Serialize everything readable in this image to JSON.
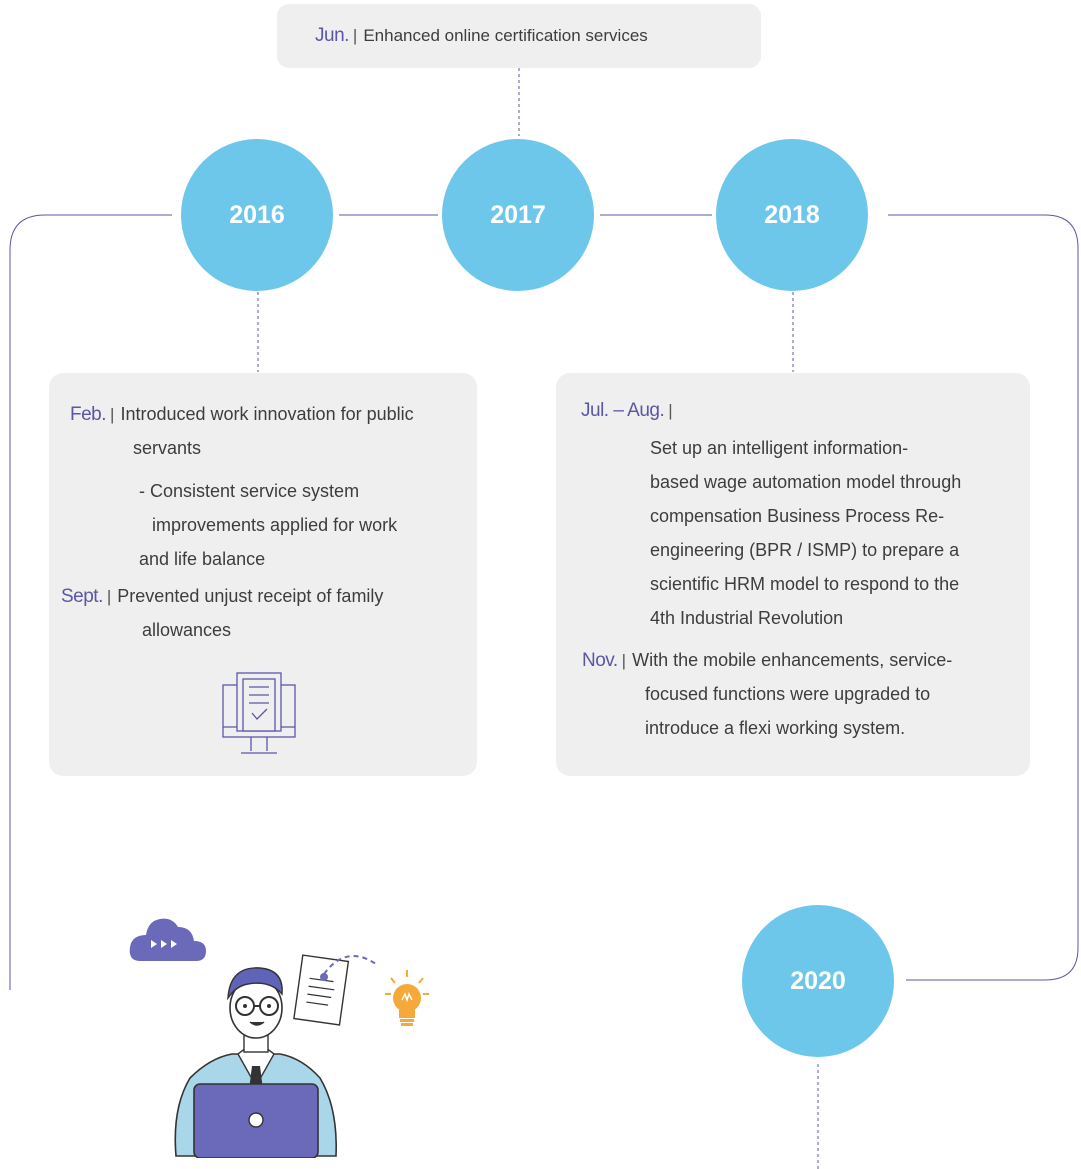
{
  "top_note": {
    "month": "Jun.",
    "text": "Enhanced online certification services"
  },
  "years": [
    "2016",
    "2017",
    "2018",
    "2020"
  ],
  "card_2016": {
    "feb_month": "Feb.",
    "feb_line1": "Introduced work innovation for public",
    "feb_line2": "servants",
    "sub_line1": "- Consistent service system",
    "sub_line2": "improvements applied for work",
    "sub_line3": "and life balance",
    "sept_month": "Sept.",
    "sept_line1": "Prevented unjust receipt of family",
    "sept_line2": "allowances",
    "icon": "computer-checklist-icon"
  },
  "card_2018": {
    "jul_month": "Jul. – Aug.",
    "jul_lines": [
      "Set up an intelligent information-",
      "based wage automation model through",
      "compensation Business Process Re-",
      "engineering (BPR / ISMP) to prepare a",
      "scientific HRM model to respond to the",
      "4th Industrial Revolution"
    ],
    "nov_month": "Nov.",
    "nov_line1": "With the mobile enhancements, service-",
    "nov_line2": "focused functions were upgraded to",
    "nov_line3": "introduce a flexi working system."
  },
  "illustration": {
    "icons": [
      "cloud-icon",
      "document-icon",
      "lightbulb-icon",
      "laptop-icon",
      "person-icon"
    ]
  },
  "colors": {
    "circle": "#6cc7ea",
    "month": "#5b56a8",
    "line": "#5b56a8",
    "card": "#efefef",
    "bulb": "#f5a93b"
  }
}
